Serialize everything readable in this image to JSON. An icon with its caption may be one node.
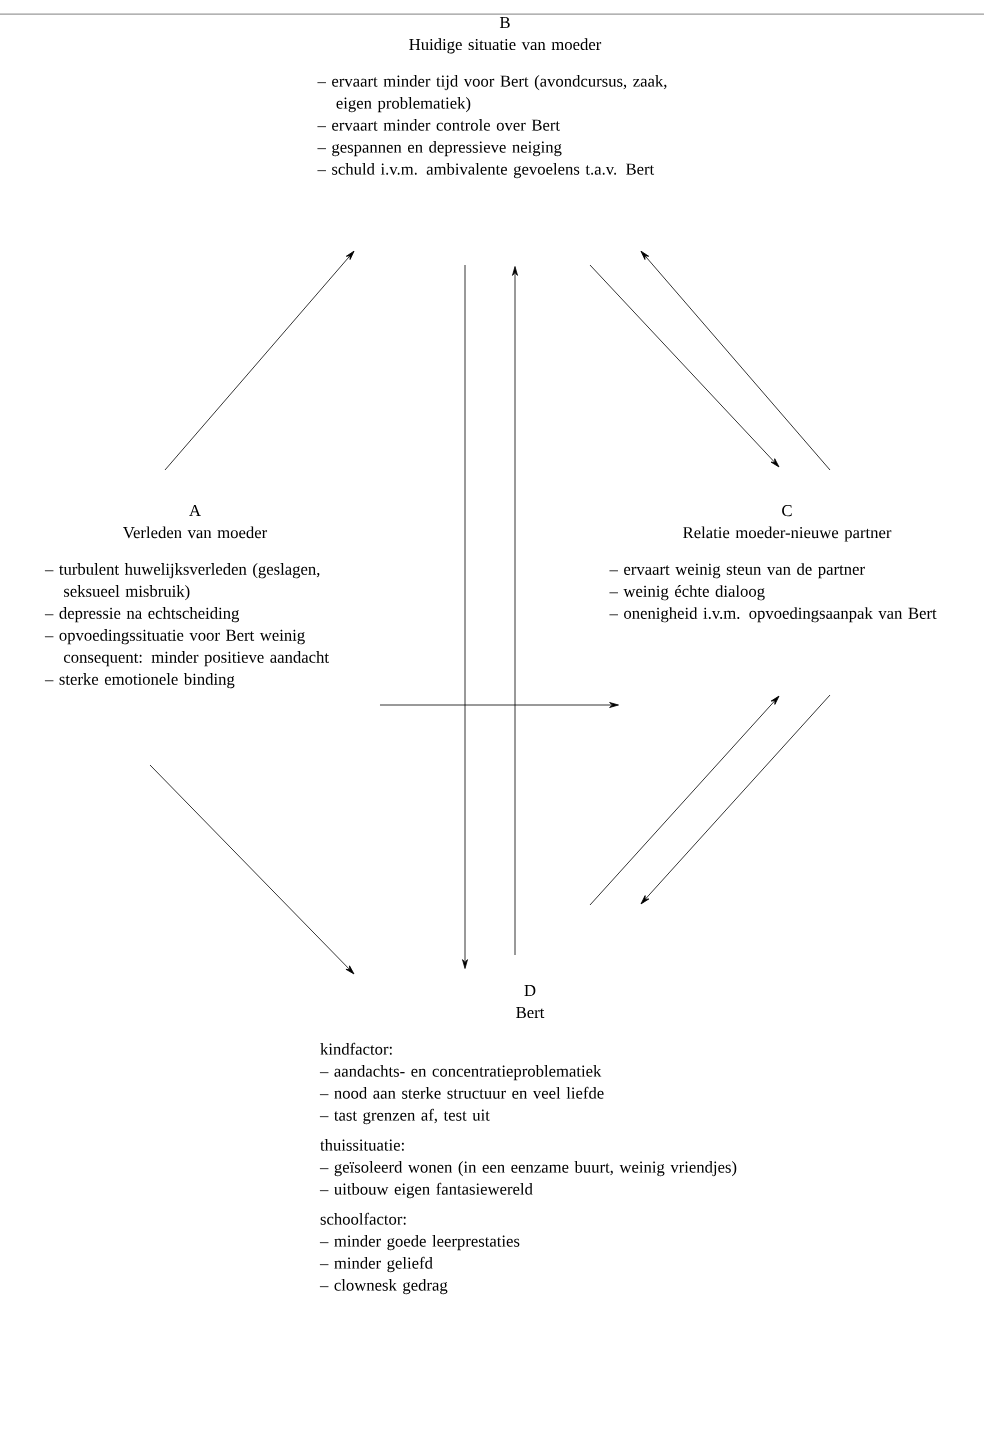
{
  "diagram": {
    "nodes": [
      {
        "text": [
          "A",
          "Verleden van moeder",
          "– turbulent huwelijksverleden (geslagen, seksueel misbruik)",
          "– depressie na echtscheiding",
          "– opvoedingssituatie voor Bert weinig consequent: minder positieve aandacht",
          "– sterke emotionele binding"
        ]
      },
      {
        "text": [
          "B",
          "Huidige situatie van moeder",
          "– ervaart minder tijd voor Bert (avondcursus, zaak, eigen problematiek)",
          "– ervaart minder controle over Bert",
          "– gespannen en depressieve neiging",
          "– schuld i.v.m. ambivalente gevoelens t.a.v. Bert"
        ]
      },
      {
        "text": [
          "C",
          "Relatie moeder-nieuwe partner",
          "– ervaart weinig steun van de partner",
          "– weinig échte dialoog",
          "– onenigheid i.v.m. opvoedingsaanpak van Bert"
        ]
      },
      {
        "text": [
          "D",
          "Bert",
          "kindfactor:",
          "– aandachts- en concentratieproblematiek",
          "– nood aan sterke structuur en veel liefde",
          "– tast grenzen af, test uit",
          "thuissituatie:",
          "– geïsoleerd wonen (in een eenzame buurt, weinig vriendjes)",
          "– uitbouw eigen fantasiewereld",
          "schoolfactor:",
          "– minder goede leerprestaties",
          "– minder geliefd",
          "– clownesk gedrag"
        ]
      }
    ],
    "edges": [
      {
        "from": 0,
        "to": 1,
        "arrow": "to"
      },
      {
        "from": 0,
        "to": 3,
        "arrow": "to"
      },
      {
        "from": 0,
        "to": 2,
        "arrow": "to"
      },
      {
        "from": 1,
        "to": 3,
        "arrow": "to"
      },
      {
        "from": 3,
        "to": 1,
        "arrow": "to"
      },
      {
        "from": 1,
        "to": 2,
        "arrow": "to"
      },
      {
        "from": 2,
        "to": 1,
        "arrow": "to"
      },
      {
        "from": 3,
        "to": 2,
        "arrow": "to"
      },
      {
        "from": 2,
        "to": 3,
        "arrow": "to"
      }
    ]
  }
}
